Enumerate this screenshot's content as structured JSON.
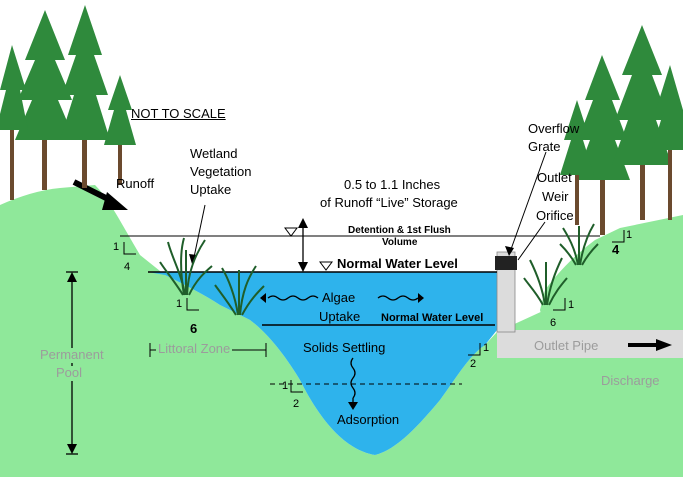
{
  "labels": {
    "not_to_scale": "NOT TO SCALE",
    "runoff": "Runoff",
    "wetland_line1": "Wetland",
    "wetland_line2": "Vegetation",
    "wetland_line3": "Uptake",
    "storage_line1": "0.5 to 1.1  Inches",
    "storage_line2": "of Runoff “Live” Storage",
    "detention_line1": "Detention & 1st Flush",
    "detention_line2": "Volume",
    "normal_water_level_top": "Normal Water Level",
    "normal_water_level_mid": "Normal Water Level",
    "algae_line1": "Algae",
    "algae_line2": "Uptake",
    "littoral_zone": "Littoral Zone",
    "solids_settling": "Solids Settling",
    "adsorption": "Adsorption",
    "permanent_line1": "Permanent",
    "permanent_line2": "Pool",
    "overflow_line1": "Overflow",
    "overflow_line2": "Grate",
    "outlet_line1": "Outlet",
    "outlet_line2": "Weir",
    "outlet_line3": "Orifice",
    "outlet_pipe": "Outlet Pipe",
    "discharge": "Discharge"
  },
  "slopes": {
    "left_upper_rise": "1",
    "left_upper_run": "4",
    "left_shelf_rise": "1",
    "left_shelf_run": "6",
    "left_deep_rise": "1",
    "left_deep_run": "2",
    "right_deep_rise": "1",
    "right_deep_run": "2",
    "right_shelf_rise": "1",
    "right_shelf_run": "6",
    "right_upper_rise": "1",
    "right_upper_run": "4"
  },
  "colors": {
    "ground": "#8fe89a",
    "water": "#2eb3ec",
    "pipe": "#dcdcdc",
    "tree_canopy": "#2f8a3c",
    "trunk": "#6b4a2e",
    "gray_text": "#9c9c9c"
  }
}
